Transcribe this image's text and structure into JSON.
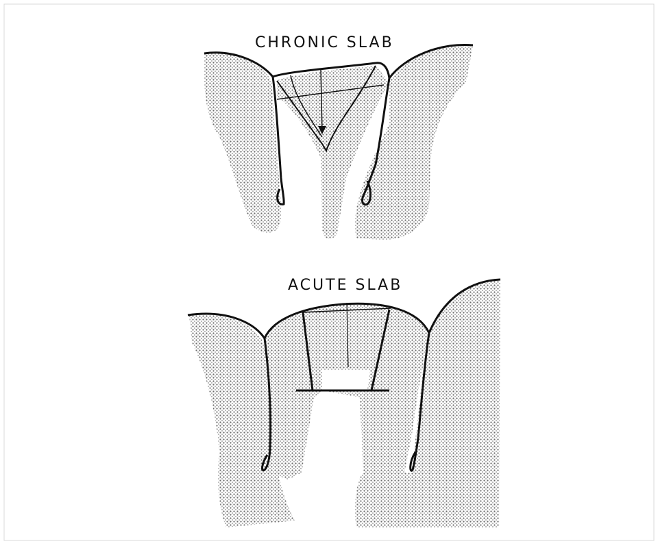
{
  "diagram": {
    "titles": {
      "chronic": "CHRONIC SLAB",
      "acute": "ACUTE SLAB"
    },
    "panels": [
      {
        "id": "chronic",
        "label_key": "titles.chronic"
      },
      {
        "id": "acute",
        "label_key": "titles.acute"
      }
    ]
  },
  "colors": {
    "tissue_fill": "#cfcfcf",
    "outline": "#111111",
    "background": "#ffffff"
  }
}
